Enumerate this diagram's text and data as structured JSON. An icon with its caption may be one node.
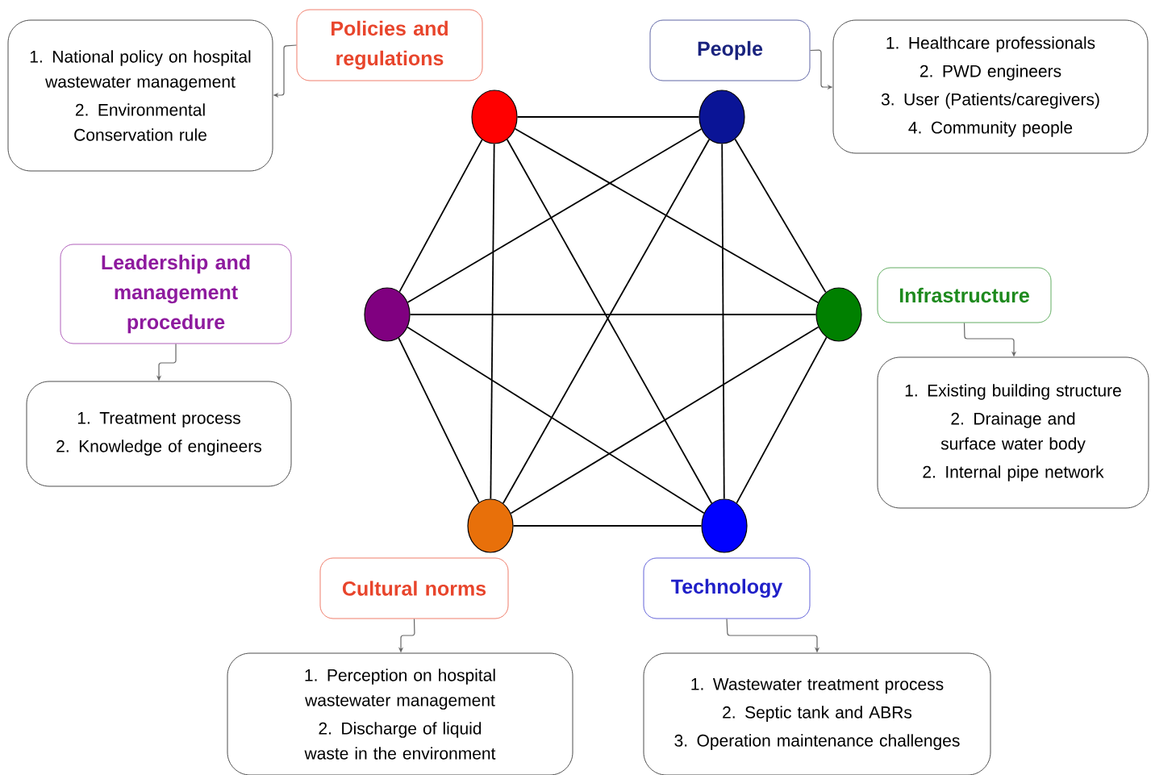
{
  "diagram": {
    "nodes": [
      {
        "text": [
          "Policies and regulations"
        ]
      },
      {
        "text": [
          "1. National policy on hospital wastewater management",
          "2. Environmental Conservation rule"
        ]
      },
      {
        "text": [
          "People"
        ]
      },
      {
        "text": [
          "1. Healthcare professionals",
          "2. PWD engineers",
          "3. User (Patients/caregivers)",
          "4. Community people"
        ]
      },
      {
        "text": [
          "Leadership and management procedure"
        ]
      },
      {
        "text": [
          "1. Treatment process",
          "2. Knowledge of engineers"
        ]
      },
      {
        "text": [
          "Infrastructure"
        ]
      },
      {
        "text": [
          "1. Existing building structure",
          "2. Drainage and surface water body",
          "2. Internal pipe network"
        ]
      },
      {
        "text": [
          "Cultural norms"
        ]
      },
      {
        "text": [
          "1. Perception on hospital wastewater management",
          "2. Discharge of liquid waste in the environment"
        ]
      },
      {
        "text": [
          "Technology"
        ]
      },
      {
        "text": [
          "1. Wastewater treatment process",
          "2. Septic tank and ABRs",
          "3. Operation maintenance challenges"
        ]
      },
      {
        "text": [],
        "shape": "circle"
      },
      {
        "text": [],
        "shape": "circle"
      },
      {
        "text": [],
        "shape": "circle"
      },
      {
        "text": [],
        "shape": "circle"
      },
      {
        "text": [],
        "shape": "circle"
      },
      {
        "text": [],
        "shape": "circle"
      }
    ],
    "edges": [
      {
        "from": 0,
        "to": 1,
        "arrow": "to",
        "color": "#666666"
      },
      {
        "from": 2,
        "to": 3,
        "arrow": "to",
        "color": "#666666"
      },
      {
        "from": 4,
        "to": 5,
        "arrow": "to",
        "color": "#666666"
      },
      {
        "from": 6,
        "to": 7,
        "arrow": "to",
        "color": "#666666"
      },
      {
        "from": 8,
        "to": 9,
        "arrow": "to",
        "color": "#666666"
      },
      {
        "from": 10,
        "to": 11,
        "arrow": "to",
        "color": "#666666"
      },
      {
        "from": 12,
        "to": 13,
        "arrow": "none"
      },
      {
        "from": 12,
        "to": 14,
        "arrow": "none"
      },
      {
        "from": 12,
        "to": 15,
        "arrow": "none"
      },
      {
        "from": 12,
        "to": 16,
        "arrow": "none"
      },
      {
        "from": 12,
        "to": 17,
        "arrow": "none"
      },
      {
        "from": 13,
        "to": 14,
        "arrow": "none"
      },
      {
        "from": 13,
        "to": 15,
        "arrow": "none"
      },
      {
        "from": 13,
        "to": 16,
        "arrow": "none"
      },
      {
        "from": 13,
        "to": 17,
        "arrow": "none"
      },
      {
        "from": 14,
        "to": 15,
        "arrow": "none"
      },
      {
        "from": 14,
        "to": 16,
        "arrow": "none"
      },
      {
        "from": 14,
        "to": 17,
        "arrow": "none"
      },
      {
        "from": 15,
        "to": 16,
        "arrow": "none"
      },
      {
        "from": 15,
        "to": 17,
        "arrow": "none"
      },
      {
        "from": 16,
        "to": 17,
        "arrow": "none"
      }
    ]
  }
}
